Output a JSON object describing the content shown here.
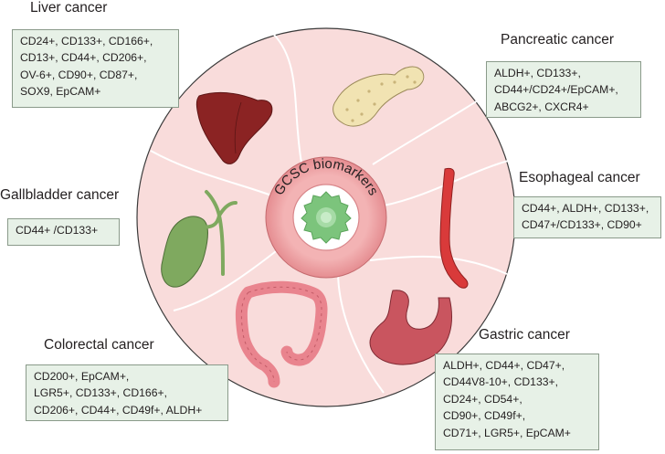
{
  "center_label": "GCSC biomarkers",
  "cancers": [
    {
      "id": "liver",
      "title": "Liver cancer",
      "lines": [
        "CD24+, CD133+, CD166+,",
        "CD13+, CD44+, CD206+,",
        "OV-6+, CD90+, CD87+,",
        "SOX9, EpCAM+"
      ]
    },
    {
      "id": "pancreatic",
      "title": "Pancreatic cancer",
      "lines": [
        "ALDH+, CD133+,",
        "CD44+/CD24+/EpCAM+,",
        "ABCG2+, CXCR4+"
      ]
    },
    {
      "id": "esophageal",
      "title": "Esophageal cancer",
      "lines": [
        "CD44+, ALDH+, CD133+,",
        "CD47+/CD133+, CD90+"
      ]
    },
    {
      "id": "gallbladder",
      "title": "Gallbladder cancer",
      "lines": [
        "CD44+ /CD133+"
      ]
    },
    {
      "id": "colorectal",
      "title": "Colorectal cancer",
      "lines": [
        "CD200+, EpCAM+,",
        "LGR5+, CD133+, CD166+,",
        "CD206+, CD44+, CD49f+, ALDH+"
      ]
    },
    {
      "id": "gastric",
      "title": "Gastric cancer",
      "lines": [
        "ALDH+, CD44+, CD47+,",
        "CD44V8-10+, CD133+,",
        "CD24+, CD54+,",
        "CD90+, CD49f+,",
        "CD71+, LGR5+, EpCAM+"
      ]
    }
  ],
  "colors": {
    "circle_fill": "#f9dcdb",
    "circle_stroke": "#3a3a3a",
    "ring": "#ea9a9c",
    "box_fill": "#e7f1e7",
    "liver": "#8b2323",
    "pancreas": "#f1e3b2",
    "esophagus": "#d93a3a",
    "gallbladder": "#7fa95f",
    "colon": "#e9848e",
    "stomach": "#c9555f",
    "cell": "#7cc47c"
  }
}
